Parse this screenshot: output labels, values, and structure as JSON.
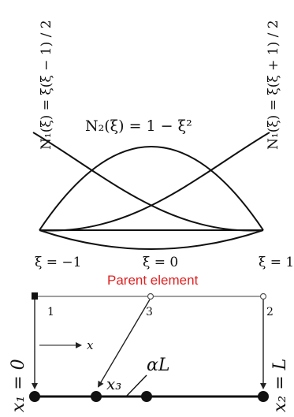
{
  "shape_functions": {
    "n1_left": "N₁(ξ) = ξ(ξ − 1) / 2",
    "n1_right": "N₁(ξ) = ξ(ξ + 1) / 2",
    "n2": "N₂(ξ) = 1 − ξ²"
  },
  "natural_coords": {
    "left": "ξ = −1",
    "middle": "ξ = 0",
    "right": "ξ = 1"
  },
  "parent_element": {
    "title": "Parent element",
    "title_color": "#e02020",
    "node_labels": [
      "1",
      "3",
      "2"
    ]
  },
  "axis": {
    "x_label": "x"
  },
  "physical_element": {
    "x1_label": "x₁ = 0",
    "x2_label": "x₂ = L",
    "x3_label": "x₃",
    "alpha_label": "αL"
  }
}
